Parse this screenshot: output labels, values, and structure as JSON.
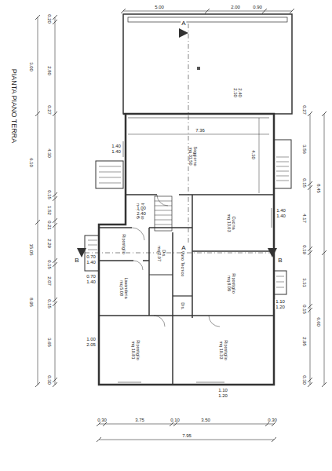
{
  "diagram": {
    "title": "PIANTA PIANO TERRA",
    "nodes": [
      {
        "text": [
          "Soggiorno",
          "mq 31.50"
        ]
      },
      {
        "text": [
          "Ingresso",
          "mq 5.05"
        ]
      },
      {
        "text": [
          "Cucina",
          "mq 13.03"
        ]
      },
      {
        "text": [
          "Ripostiglio"
        ]
      },
      {
        "text": [
          "Dis.",
          "mq 2.07"
        ]
      },
      {
        "text": [
          "Vano Tecnico"
        ]
      },
      {
        "text": [
          "Ripostiglio",
          "mq 8.09"
        ]
      },
      {
        "text": [
          "Lavanderia",
          "mq 5.08"
        ]
      },
      {
        "text": [
          "Dis."
        ]
      },
      {
        "text": [
          "Ripostiglio",
          "mq 10.81"
        ]
      },
      {
        "text": [
          "Ripostiglio",
          "mq 10.33"
        ]
      }
    ],
    "labels": [
      "5.00",
      "2.00",
      "0.90",
      "3.00",
      "6.10",
      "15.05",
      "8.95",
      "0.20",
      "2.80",
      "0.27",
      "4.30",
      "0.15",
      "1.52",
      "0.21",
      "2.29",
      "0.15",
      "2.07",
      "0.15",
      "3.65",
      "0.30",
      "0.27",
      "3.56",
      "0.15",
      "4.17",
      "0.19",
      "3.31",
      "0.15",
      "2.95",
      "0.30",
      "8.45",
      "6.60",
      "0.30",
      "3.75",
      "0.10",
      "3.50",
      "0.30",
      "7.95",
      "A",
      "A",
      "B",
      "B",
      "7.36",
      "4.30",
      "2.30",
      "2.40",
      "1.40",
      "1.40",
      "1.00",
      "2.40",
      "1.40",
      "1.40",
      "0.70",
      "1.40",
      "0.70",
      "1.40",
      "1.10",
      "1.20",
      "1.00",
      "2.05",
      "1.10",
      "1.20"
    ]
  }
}
